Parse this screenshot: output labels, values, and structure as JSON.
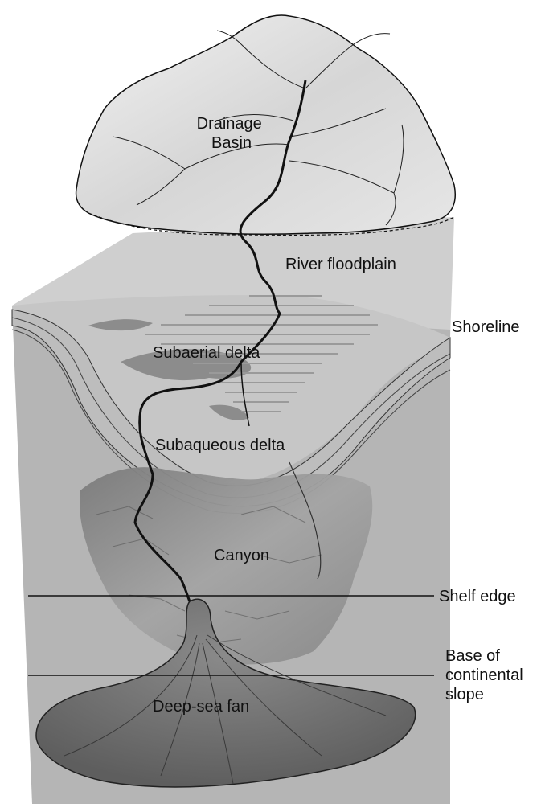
{
  "labels": {
    "drainage_basin": [
      "Drainage",
      "Basin"
    ],
    "river_floodplain": "River floodplain",
    "shoreline": "Shoreline",
    "subaerial_delta": "Subaerial delta",
    "subaqueous_delta": "Subaqueous delta",
    "canyon": "Canyon",
    "shelf_edge": "Shelf edge",
    "base_of_continental_slope": [
      "Base of",
      "continental",
      "slope"
    ],
    "deep_sea_fan": "Deep-sea fan"
  },
  "colors": {
    "block_face": "#b0b0b0",
    "block_side": "#cfcfcf",
    "top_surface": "#c8c8c8",
    "mountain": "#e8e8e8",
    "delta_band": "#bdbdbd",
    "canyon_terrain": "#8f8f8f",
    "fan": "#707070",
    "line": "#111111"
  }
}
